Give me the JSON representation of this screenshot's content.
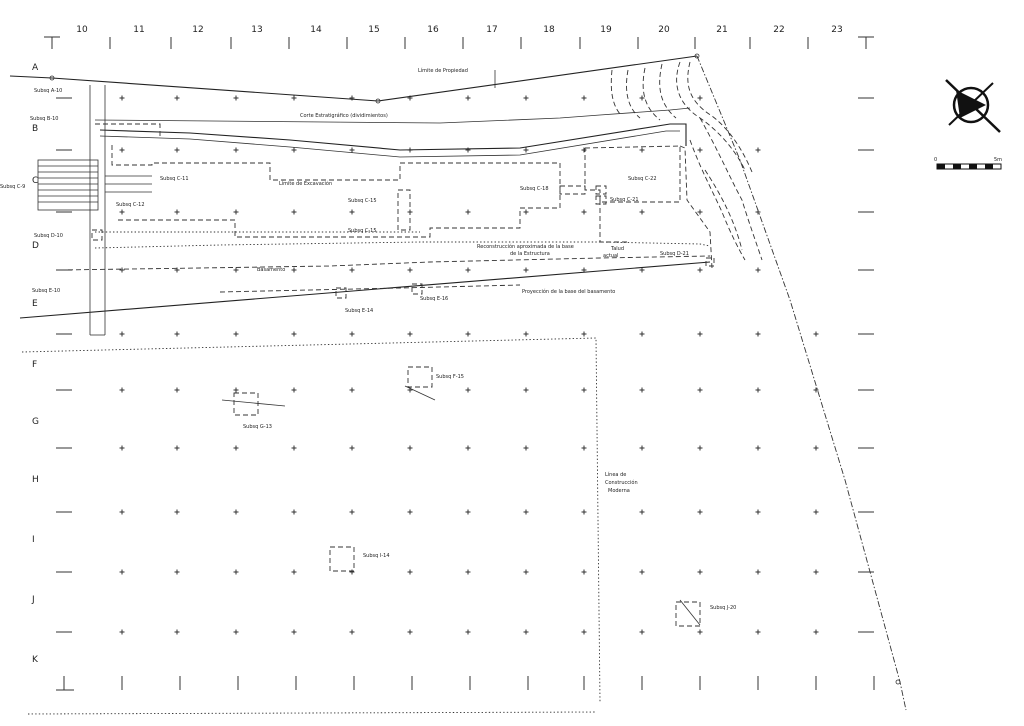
{
  "grid": {
    "columns": [
      "10",
      "11",
      "12",
      "13",
      "14",
      "15",
      "16",
      "17",
      "18",
      "19",
      "20",
      "21",
      "22",
      "23"
    ],
    "rows": [
      "A",
      "B",
      "C",
      "D",
      "E",
      "F",
      "G",
      "H",
      "I",
      "J",
      "K"
    ]
  },
  "scale_bar": {
    "min_label": "0",
    "max_label": "5m"
  },
  "labels": {
    "limite": "Límite de Propiedad",
    "corte": "Corte Estratigráfico (dividimientos)",
    "excavacion": "Límite de Excavación",
    "basamento": "Basamento",
    "reconstruccion_1": "Reconstrucción aproximada de la base",
    "reconstruccion_2": "de la Estructura",
    "proyeccion": "Proyección de la base del basamento",
    "talud_1": "Talud",
    "talud_2": "actual",
    "construccion_1": "Línea de",
    "construccion_2": "Construcción",
    "construccion_3": "Moderna"
  },
  "subpits": [
    {
      "id": "sp-a10",
      "label": "Subsq A-10"
    },
    {
      "id": "sp-b10",
      "label": "Subsq B-10"
    },
    {
      "id": "sp-c9",
      "label": "Subsq C-9"
    },
    {
      "id": "sp-c11",
      "label": "Subsq C-11"
    },
    {
      "id": "sp-c12",
      "label": "Subsq C-12"
    },
    {
      "id": "sp-d10",
      "label": "Subsq D-10"
    },
    {
      "id": "sp-c15a",
      "label": "Subsq C-15"
    },
    {
      "id": "sp-c15b",
      "label": "Subsq C-15"
    },
    {
      "id": "sp-c18",
      "label": "Subsq C-18"
    },
    {
      "id": "sp-c22",
      "label": "Subsq C-22"
    },
    {
      "id": "sp-c21",
      "label": "Subsq C-21"
    },
    {
      "id": "sp-d21",
      "label": "Subsq D-21"
    },
    {
      "id": "sp-e10",
      "label": "Subsq E-10"
    },
    {
      "id": "sp-e16",
      "label": "Subsq E-16"
    },
    {
      "id": "sp-e14",
      "label": "Subsq E-14"
    },
    {
      "id": "sp-f15",
      "label": "Subsq F-15"
    },
    {
      "id": "sp-g13",
      "label": "Subsq G-13"
    },
    {
      "id": "sp-i14",
      "label": "Subsq I-14"
    },
    {
      "id": "sp-j20",
      "label": "Subsq J-20"
    }
  ]
}
